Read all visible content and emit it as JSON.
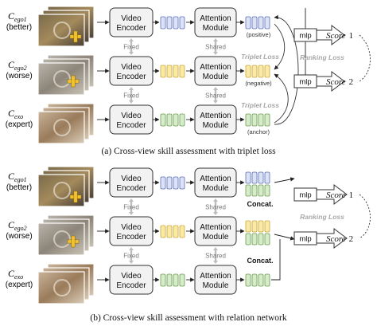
{
  "colors": {
    "blue_fill": "#dde3f7",
    "blue_stroke": "#5a6fb5",
    "yellow_fill": "#fbe9a6",
    "yellow_stroke": "#c9a83a",
    "green_fill": "#d7eccb",
    "green_stroke": "#6a9a4e",
    "box_fill": "#f2f2f2"
  },
  "inputs": {
    "ego1": {
      "var": "C",
      "sub": "ego1",
      "role": "(better)"
    },
    "ego2": {
      "var": "C",
      "sub": "ego2",
      "role": "(worse)"
    },
    "exo": {
      "var": "C",
      "sub": "exo",
      "role": "(expert)"
    }
  },
  "modules": {
    "video_encoder_line1": "Video",
    "video_encoder_line2": "Encoder",
    "attention_line1": "Attention",
    "attention_line2": "Module",
    "fixed": "Fixed",
    "shared": "Shared"
  },
  "panel_a": {
    "positive": "(positive)",
    "negative": "(negative)",
    "anchor": "(anchor)",
    "triplet_loss_1": "Triplet Loss",
    "triplet_loss_2": "Triplet Loss",
    "ranking_loss": "Ranking Loss",
    "mlp_1": "mlp",
    "mlp_2": "mlp",
    "score_1_word": "Score",
    "score_1_num": "1",
    "score_2_word": "Score",
    "score_2_num": "2",
    "caption": "(a) Cross-view skill assessment with triplet loss"
  },
  "panel_b": {
    "concat_1": "Concat.",
    "concat_2": "Concat.",
    "ranking_loss": "Ranking Loss",
    "mlp_1": "mlp",
    "mlp_2": "mlp",
    "score_1_word": "Score",
    "score_1_num": "1",
    "score_2_word": "Score",
    "score_2_num": "2",
    "caption": "(b) Cross-view skill assessment with relation network"
  }
}
